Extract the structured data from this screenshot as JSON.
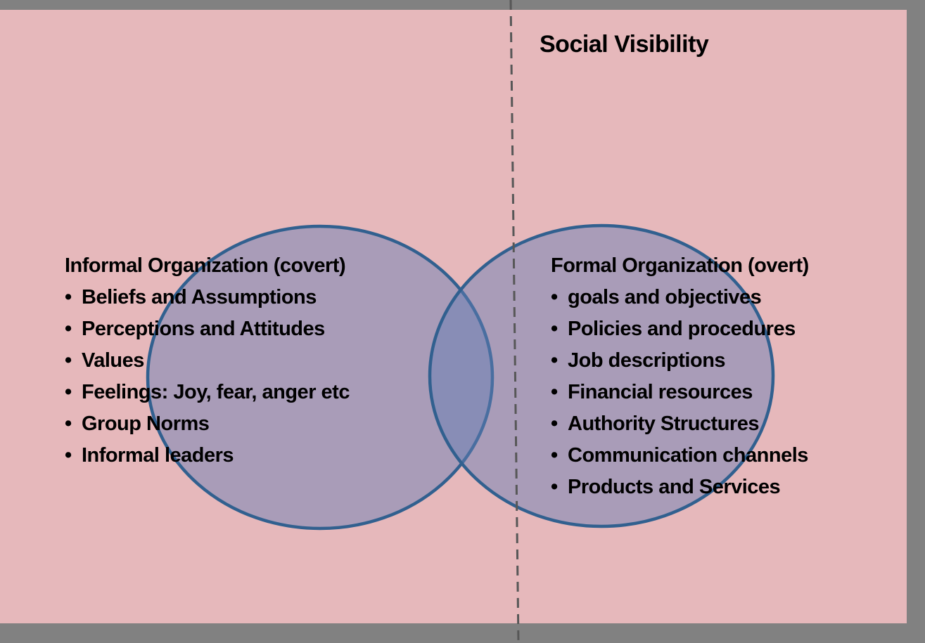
{
  "slide": {
    "title": "Social Visibility",
    "colors": {
      "background": "#E6B8BB",
      "frame": "#818181",
      "circle_fill": "#647EB4",
      "circle_stroke": "#31608F",
      "divider": "#575757",
      "text": "#000000"
    }
  },
  "venn": {
    "left_circle": {
      "heading": "Informal Organization (covert)",
      "items": [
        "Beliefs and Assumptions",
        "Perceptions and Attitudes",
        "Values",
        "Feelings: Joy, fear, anger etc",
        "Group Norms",
        "Informal leaders"
      ]
    },
    "right_circle": {
      "heading": "Formal Organization (overt)",
      "items": [
        "goals and objectives",
        "Policies and procedures",
        "Job descriptions",
        "Financial resources",
        "Authority Structures",
        "Communication channels",
        "Products and Services"
      ]
    }
  }
}
